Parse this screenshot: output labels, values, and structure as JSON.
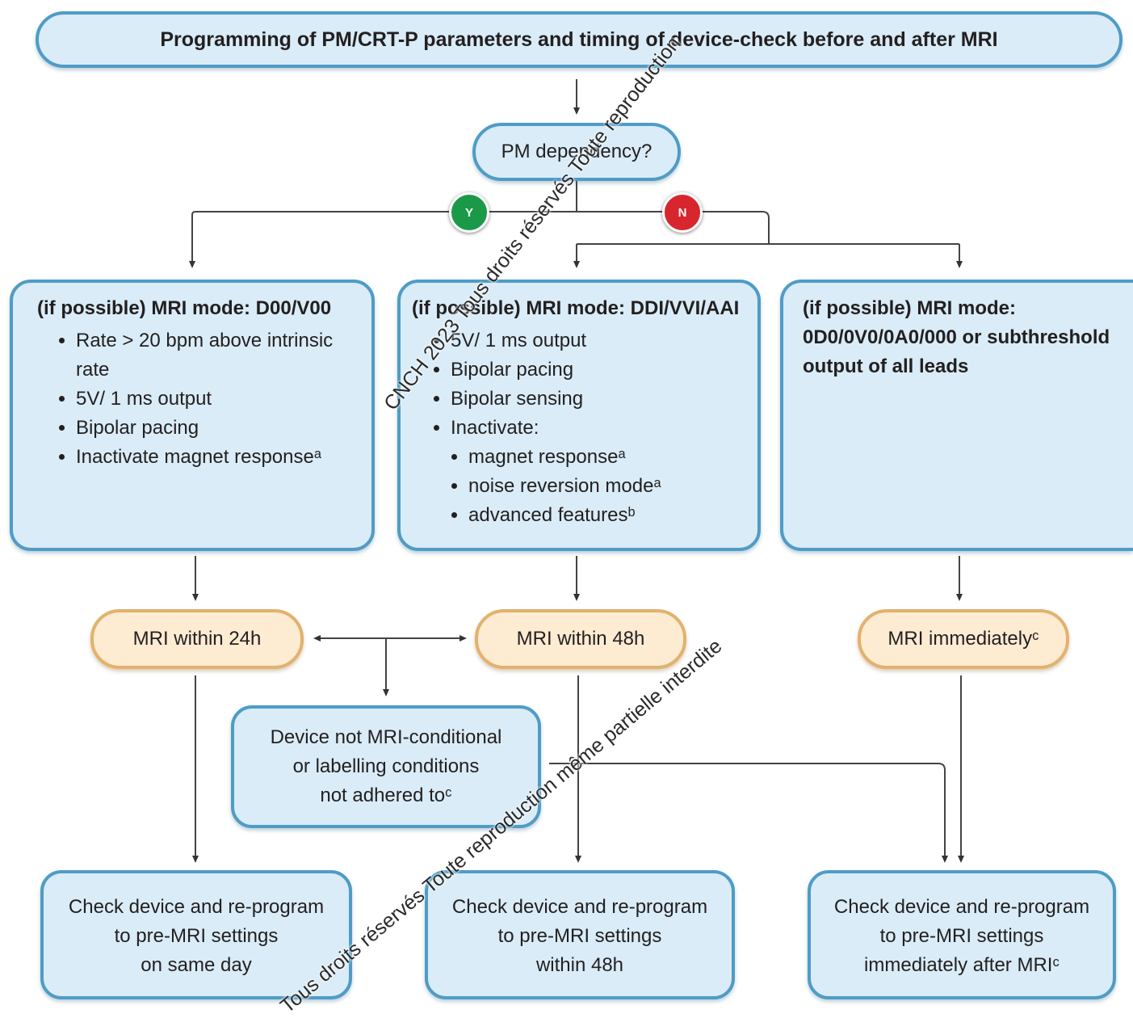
{
  "title": "Programming of PM/CRT-P parameters and timing of device-check before and after MRI",
  "decision": "PM dependency?",
  "badges": {
    "yes": "Y",
    "no": "N",
    "yes_color": "#1a9a48",
    "no_color": "#d8262e"
  },
  "modes": {
    "left": {
      "title": "(if possible) MRI mode: D00/V00",
      "items": [
        "Rate > 20 bpm above intrinsic rate",
        "5V/ 1 ms output",
        "Bipolar pacing",
        "Inactivate magnet responseᵃ"
      ]
    },
    "middle": {
      "title": "(if possible) MRI mode: DDI/VVI/AAI",
      "items": [
        "5V/ 1 ms output",
        "Bipolar pacing",
        "Bipolar sensing",
        "Inactivate:"
      ],
      "subitems": [
        "magnet responseᵃ",
        "noise reversion modeᵃ",
        "advanced featuresᵇ"
      ]
    },
    "right": {
      "title": "(if possible) MRI mode: 0D0/0V0/0A0/000 or subthreshold output of all leads"
    }
  },
  "timing": {
    "left": "MRI within 24h",
    "middle": "MRI within 48h",
    "right": "MRI immediatelyᶜ"
  },
  "device_box": [
    "Device not MRI-conditional",
    "or labelling conditions",
    "not adhered toᶜ"
  ],
  "checks": {
    "left": [
      "Check device and re-program",
      "to pre-MRI settings",
      "on same day"
    ],
    "middle": [
      "Check device and re-program",
      "to pre-MRI settings",
      "within 48h"
    ],
    "right": [
      "Check device and re-program",
      "to pre-MRI settings",
      "immediately after MRIᶜ"
    ]
  },
  "watermarks": [
    "CNCH 2023 Tous droits réservés Toute reproduction",
    "Tous droits réservés Toute reproduction même partielle interdite"
  ]
}
